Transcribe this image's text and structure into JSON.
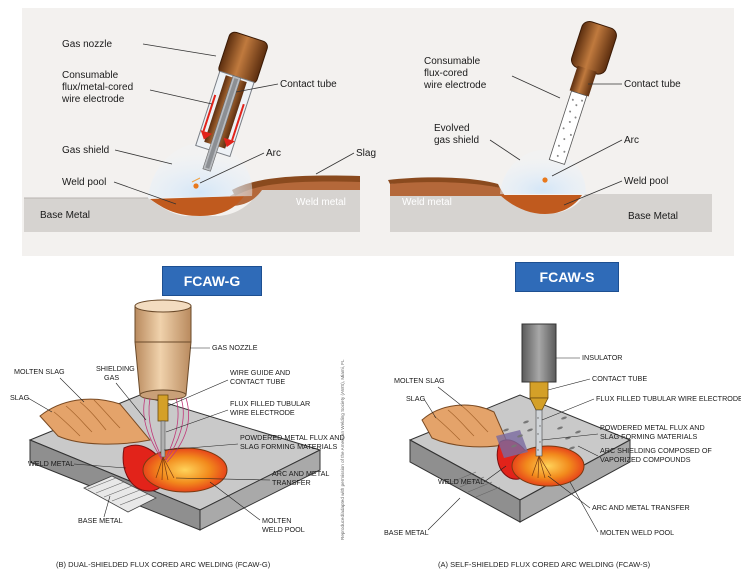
{
  "top_left": {
    "gas_nozzle": "Gas nozzle",
    "consumable_1": "Consumable",
    "consumable_2": "flux/metal-cored",
    "consumable_3": "wire electrode",
    "contact_tube": "Contact tube",
    "gas_shield": "Gas shield",
    "arc": "Arc",
    "slag": "Slag",
    "weld_pool": "Weld pool",
    "weld_metal": "Weld metal",
    "base_metal": "Base Metal"
  },
  "top_right": {
    "consumable_1": "Consumable",
    "consumable_2": "flux-cored",
    "consumable_3": "wire electrode",
    "contact_tube": "Contact tube",
    "evolved_1": "Evolved",
    "evolved_2": "gas shield",
    "arc": "Arc",
    "weld_pool": "Weld pool",
    "weld_metal": "Weld metal",
    "base_metal": "Base Metal"
  },
  "tags": {
    "left": "FCAW-G",
    "right": "FCAW-S"
  },
  "bottom_left": {
    "gas_nozzle": "GAS NOZZLE",
    "molten_slag": "MOLTEN SLAG",
    "shielding_1": "SHIELDING",
    "shielding_2": "GAS",
    "slag": "SLAG",
    "wire_guide_1": "WIRE GUIDE AND",
    "wire_guide_2": "CONTACT TUBE",
    "flux_1": "FLUX FILLED TUBULAR",
    "flux_2": "WIRE ELECTRODE",
    "powder_1": "POWDERED METAL FLUX AND",
    "powder_2": "SLAG FORMING MATERIALS",
    "weld_metal": "WELD METAL",
    "arc_1": "ARC AND METAL",
    "arc_2": "TRANSFER",
    "base_metal": "BASE METAL",
    "molten_1": "MOLTEN",
    "molten_2": "WELD POOL",
    "caption": "(B) DUAL-SHIELDED FLUX CORED ARC WELDING (FCAW-G)",
    "credit": "Reproduced/adapted with permission of the American Welding Society (AWS), Miami, FL"
  },
  "bottom_right": {
    "insulator": "INSULATOR",
    "contact_tube": "CONTACT TUBE",
    "molten_slag": "MOLTEN SLAG",
    "flux": "FLUX FILLED TUBULAR WIRE ELECTRODE",
    "slag": "SLAG",
    "powder_1": "POWDERED METAL FLUX AND",
    "powder_2": "SLAG FORMING MATERIALS",
    "arc_shield_1": "ARC SHIELDING COMPOSED OF",
    "arc_shield_2": "VAPORIZED COMPOUNDS",
    "weld_metal": "WELD METAL",
    "arc_transfer": "ARC AND METAL TRANSFER",
    "base_metal": "BASE METAL",
    "molten_pool": "MOLTEN WELD POOL",
    "caption": "(A) SELF-SHIELDED FLUX CORED ARC WELDING (FCAW-S)"
  },
  "colors": {
    "tag_blue": "#2f6bb8",
    "copper": "#8a4a1e",
    "weld_metal": "#b4683a",
    "base_metal": "#d6d3d0",
    "molten": "#e2231a"
  }
}
